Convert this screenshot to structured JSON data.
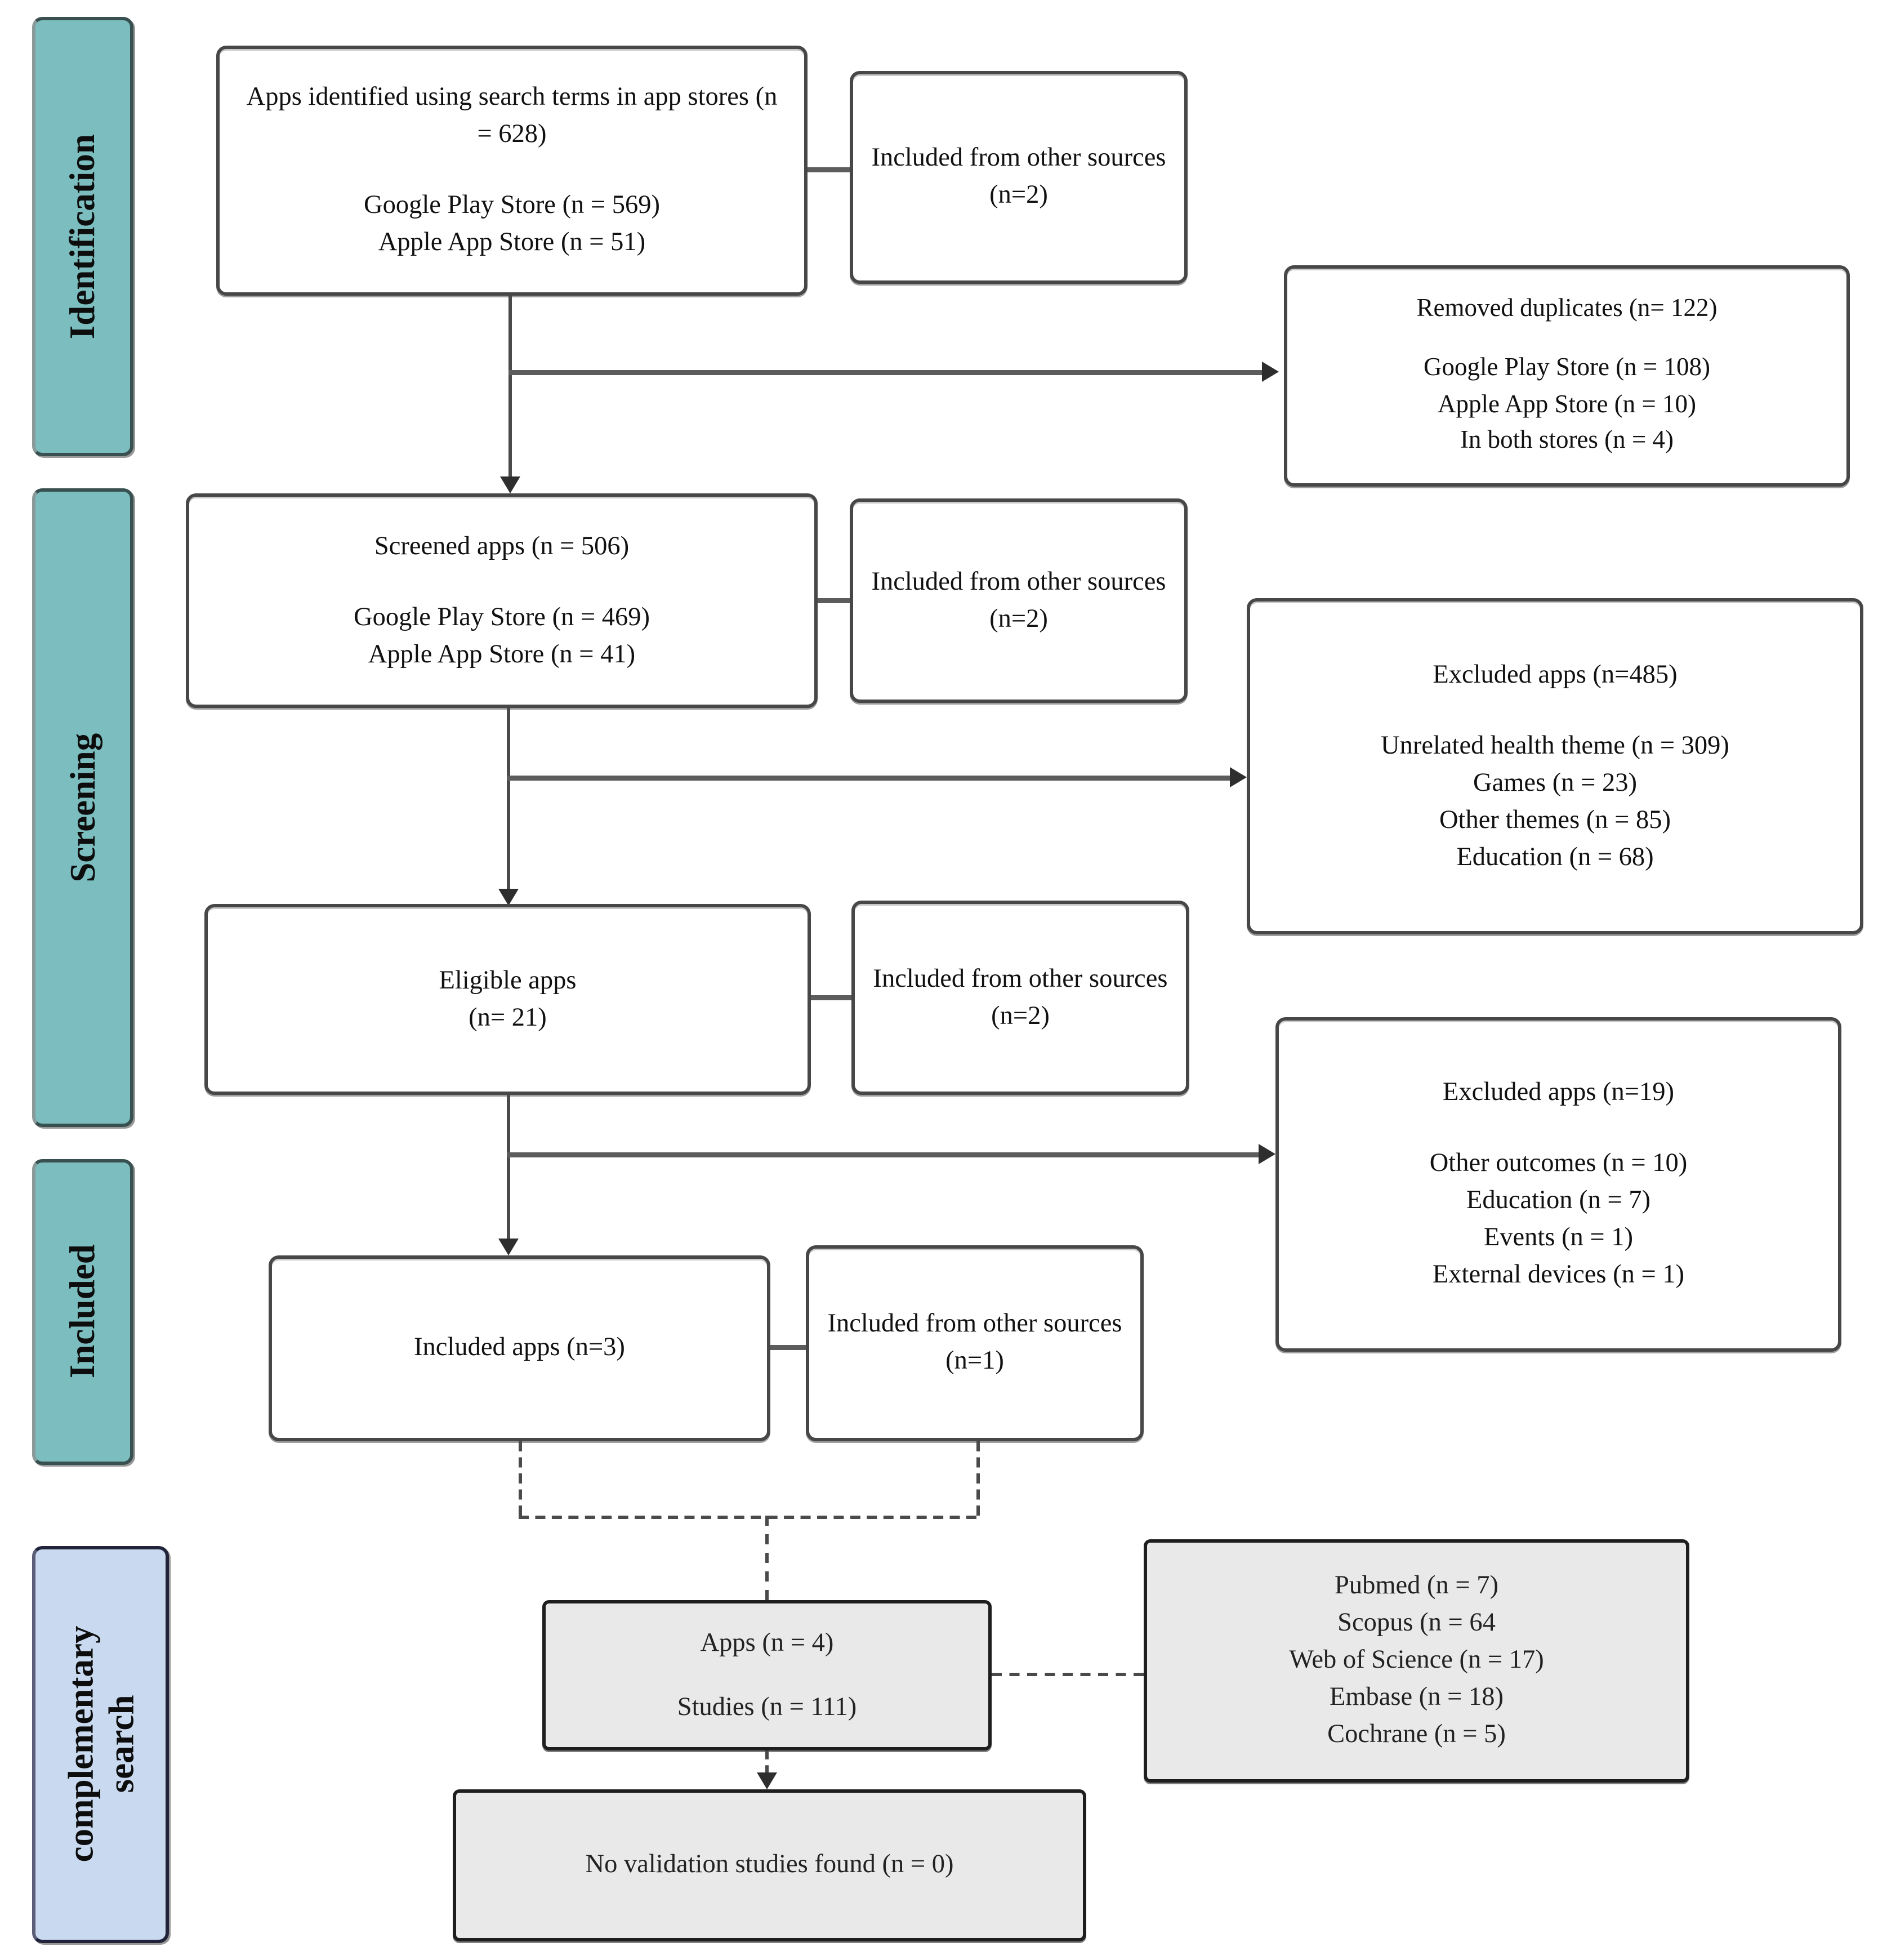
{
  "figure": {
    "stage_labels": {
      "identification": "Identification",
      "screening": "Screening",
      "included": "Included",
      "complementary_line1": "complementary",
      "complementary_line2": "search"
    },
    "boxes": {
      "identified": {
        "title": "Apps identified using search terms in app stores (n = 628)",
        "lines": [
          "Google Play Store (n = 569)",
          "Apple App Store (n = 51)"
        ]
      },
      "other_sources_1": "Included from other sources (n=2)",
      "removed_duplicates": {
        "title": "Removed duplicates (n= 122)",
        "lines": [
          "Google Play Store (n = 108)",
          "Apple App Store (n = 10)",
          "In both stores (n = 4)"
        ]
      },
      "screened": {
        "title": "Screened apps (n = 506)",
        "lines": [
          "Google Play Store (n = 469)",
          "Apple App Store (n = 41)"
        ]
      },
      "other_sources_2": "Included from other sources (n=2)",
      "excluded_screening": {
        "title": "Excluded apps (n=485)",
        "lines": [
          "Unrelated health theme (n = 309)",
          "Games (n = 23)",
          "Other themes (n = 85)",
          "Education (n = 68)"
        ]
      },
      "eligible": {
        "title": "Eligible apps",
        "subtitle": "(n= 21)"
      },
      "other_sources_3": "Included from other sources (n=2)",
      "excluded_eligibility": {
        "title": "Excluded apps (n=19)",
        "lines": [
          "Other outcomes (n = 10)",
          "Education (n = 7)",
          "Events (n = 1)",
          "External devices (n = 1)"
        ]
      },
      "included_apps": "Included apps (n=3)",
      "other_sources_4": "Included from other sources (n=1)",
      "apps_studies": {
        "line1": "Apps (n = 4)",
        "line2": "Studies (n = 111)"
      },
      "databases": {
        "lines": [
          "Pubmed (n = 7)",
          "Scopus (n = 64",
          "Web of Science (n = 17)",
          "Embase (n = 18)",
          "Cochrane (n = 5)"
        ]
      },
      "no_validation": "No validation studies found (n = 0)"
    },
    "colors": {
      "stage-teal": "#7cbdbf",
      "stage-blue": "#c9daf0",
      "box-gray": "#e9e9e9"
    }
  }
}
